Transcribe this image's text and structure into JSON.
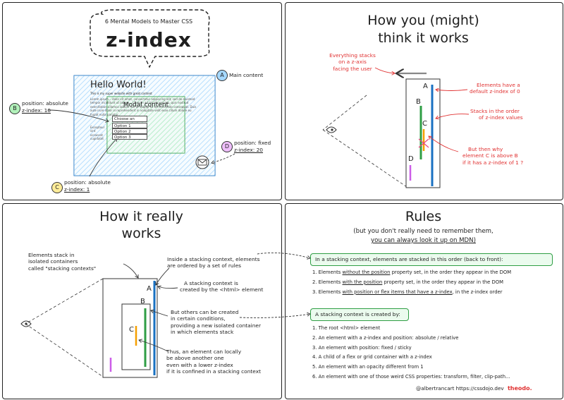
{
  "q1": {
    "banner_small": "6 Mental Models to Master CSS",
    "banner_big": "z-index",
    "webpage": {
      "heading": "Hello World!",
      "intro": "This is my super website with great content",
      "para1": "Lorem ipsum... dolor sit amet, consectetur adipiscing elit, sed do eiusmod tempor incididunt ut labore... Ut enim ad minim veniam, quis nostrud exercitation ullamco laboris nisi ut aliquip ex ea commodo consequat. Duis aute irure dolor in reprehenderit in voluptate velit esse cillum dolore eu fugiat nulla pariatur.",
      "para2": "Excepteur sint occaecat cupidatat non proident, sunt in culpa qui officia deserunt mollit anim id est laborum."
    },
    "modal": {
      "title": "Modal content",
      "select_label": "Choose an option",
      "options": [
        "Option 1",
        "Option 2",
        "Option 3"
      ]
    },
    "badges": {
      "a": "A",
      "b": "B",
      "c": "C",
      "d": "D",
      "a_label": "Main content",
      "b_line1": "position: absolute",
      "b_line2": "z-index: 10",
      "c_line1": "position: absolute",
      "c_line2": "z-index: 1",
      "d_line1": "position: fixed",
      "d_line2": "z-index: 20"
    }
  },
  "q2": {
    "title_line1": "How you (might)",
    "title_line2": "think it works",
    "note_stack": [
      "Everything stacks",
      "on a z-axis",
      "facing the user"
    ],
    "note_default": [
      "Elements have a",
      "default z-index of 0"
    ],
    "note_order": [
      "Stacks in the order",
      "of z-index values"
    ],
    "note_why": [
      "But then why",
      "element C is above B",
      "if it has a z-index of 1 ?"
    ],
    "labels": {
      "a": "A",
      "b": "B",
      "c": "C",
      "d": "D"
    }
  },
  "q3": {
    "title_line1": "How it really",
    "title_line2": "works",
    "note_isolated": [
      "Elements stack in",
      "isolated containers",
      "called \"stacking contexts\""
    ],
    "note_rules": [
      "Inside a stacking context, elements",
      "are ordered by a set of rules"
    ],
    "note_html": [
      "A stacking context is",
      "created by the <html> element"
    ],
    "note_others": [
      "But others can be created",
      "in certain conditions,",
      "providing a new isolated container",
      "in which elements stack"
    ],
    "note_above": [
      "Thus, an element can locally",
      "be above another one",
      "even with a lower z-index",
      "if it is confined in a stacking context"
    ],
    "labels": {
      "a": "A",
      "b": "B",
      "c": "C"
    }
  },
  "q4": {
    "title": "Rules",
    "subtitle_line1": "(but you don't really need to remember them,",
    "subtitle_line2": "you can always look it up on MDN)",
    "box1": "In a stacking context, elements are stacked in this order (back to front):",
    "order": [
      {
        "a": "1. Elements ",
        "u": "without the position",
        "b": " property set, in the order they appear in the DOM"
      },
      {
        "a": "2. Elements ",
        "u": "with the position",
        "b": " property set, in the order they appear in the DOM"
      },
      {
        "a": "3. Elements ",
        "u": "with position or flex items that have a z-index",
        "b": ", in the z-index order"
      }
    ],
    "box2": "A stacking context is created by:",
    "created_by": [
      "1. The root <html> element",
      "2. An element with a z-index and position: absolute / relative",
      "3. An element with position: fixed / sticky",
      "4. A child of a flex or grid container with a z-index",
      "5. An element with an opacity different from 1",
      "6. An element with one of those weird CSS properties: transform, filter, clip-path..."
    ],
    "credit": "@albertrancart https://cssdojo.dev",
    "brand": "theodo."
  },
  "colors": {
    "red": "#e03131",
    "blue": "#1971c2",
    "green": "#2f9e44",
    "yellow": "#f59f00",
    "purple": "#cc5de8",
    "pink": "#e64980"
  }
}
